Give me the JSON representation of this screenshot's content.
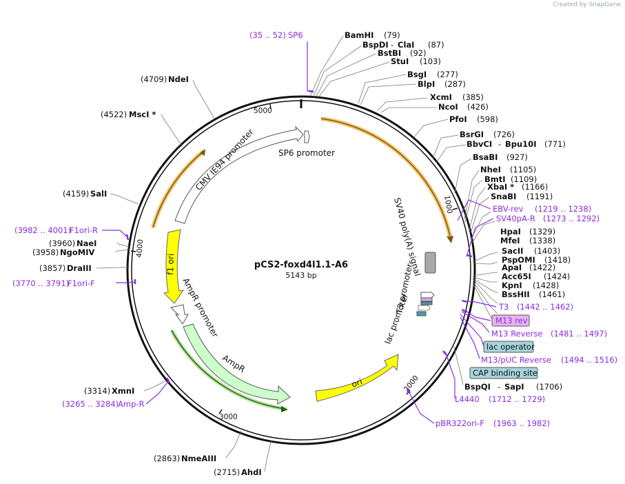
{
  "app": {
    "credit": "Created by SnapGene"
  },
  "plasmid": {
    "name": "pCS2-foxd4l1.1-A6",
    "length": "5143 bp"
  },
  "ticks": [
    "1000",
    "2000",
    "3000",
    "4000",
    "5000"
  ],
  "features": [
    {
      "id": "sp6-promoter",
      "label": "SP6 promoter"
    },
    {
      "id": "cmv-promoter",
      "label": "CMV IE94 promoter"
    },
    {
      "id": "sv40-polya",
      "label": "SV40 poly(A) signal"
    },
    {
      "id": "f1-ori",
      "label": "f1 ori"
    },
    {
      "id": "ampr-promoter",
      "label": "AmpR promoter"
    },
    {
      "id": "ampr",
      "label": "AmpR"
    },
    {
      "id": "ori",
      "label": "ori"
    },
    {
      "id": "t3-promoter",
      "label": "T3 promoter"
    },
    {
      "id": "lac-promoter",
      "label": "lac promoter"
    }
  ],
  "sites_right": [
    {
      "name": "BamHI",
      "pos": "(79)"
    },
    {
      "name": "BspDI",
      "name2": "ClaI",
      "pos": "(87)"
    },
    {
      "name": "BstBI",
      "pos": "(92)"
    },
    {
      "name": "StuI",
      "pos": "(103)"
    },
    {
      "name": "BsgI",
      "pos": "(277)"
    },
    {
      "name": "BlpI",
      "pos": "(287)"
    },
    {
      "name": "XcmI",
      "pos": "(385)"
    },
    {
      "name": "NcoI",
      "pos": "(426)"
    },
    {
      "name": "PfoI",
      "pos": "(598)"
    },
    {
      "name": "BsrGI",
      "pos": "(726)"
    },
    {
      "name": "BbvCI",
      "name2": "Bpu10I",
      "pos": "(771)"
    },
    {
      "name": "BsaBI",
      "pos": "(927)"
    },
    {
      "name": "NheI",
      "pos": "(1105)"
    },
    {
      "name": "BmtI",
      "pos": "(1109)"
    },
    {
      "name": "XbaI *",
      "pos": "(1166)"
    },
    {
      "name": "SnaBI",
      "pos": "(1191)"
    },
    {
      "name": "HpaI",
      "pos": "(1329)"
    },
    {
      "name": "MfeI",
      "pos": "(1338)"
    },
    {
      "name": "SacII",
      "pos": "(1403)"
    },
    {
      "name": "PspOMI",
      "pos": "(1418)"
    },
    {
      "name": "ApaI",
      "pos": "(1422)"
    },
    {
      "name": "Acc65I",
      "pos": "(1424)"
    },
    {
      "name": "KpnI",
      "pos": "(1428)"
    },
    {
      "name": "BssHII",
      "pos": "(1461)"
    },
    {
      "name": "BspQI",
      "name2": "SapI",
      "pos": "(1706)"
    }
  ],
  "sites_left": [
    {
      "name": "NdeI",
      "pos": "(4709)"
    },
    {
      "name": "MscI *",
      "pos": "(4522)"
    },
    {
      "name": "SalI",
      "pos": "(4159)"
    },
    {
      "name": "NaeI",
      "pos": "(3960)"
    },
    {
      "name": "NgoMIV",
      "pos": "(3958)"
    },
    {
      "name": "DraIII",
      "pos": "(3857)"
    },
    {
      "name": "XmnI",
      "pos": "(3314)"
    },
    {
      "name": "NmeAIII",
      "pos": "(2863)"
    },
    {
      "name": "AhdI",
      "pos": "(2715)"
    }
  ],
  "primers": [
    {
      "name": "SP6",
      "range": "(35 .. 52)"
    },
    {
      "name": "EBV-rev",
      "range": "(1219 .. 1238)"
    },
    {
      "name": "SV40pA-R",
      "range": "(1273 .. 1292)"
    },
    {
      "name": "T3",
      "range": "(1442 .. 1462)"
    },
    {
      "name": "M13 rev",
      "range": ""
    },
    {
      "name": "M13 Reverse",
      "range": "(1481 .. 1497)"
    },
    {
      "name": "lac operator",
      "range": ""
    },
    {
      "name": "M13/pUC Reverse",
      "range": "(1494 .. 1516)"
    },
    {
      "name": "CAP binding site",
      "range": ""
    },
    {
      "name": "L4440",
      "range": "(1712 .. 1729)"
    },
    {
      "name": "pBR322ori-F",
      "range": "(1963 .. 1982)"
    },
    {
      "name": "F1ori-R",
      "range": "(3982 .. 4001)"
    },
    {
      "name": "F1ori-F",
      "range": "(3770 .. 3791)"
    },
    {
      "name": "Amp-R",
      "range": "(3265 .. 3284)"
    }
  ],
  "colors": {
    "primer": "#8a2be2",
    "f1_ori": "#ffff00",
    "ori": "#ffff00",
    "ampr": "#ccffcc",
    "promoter": "#ffffff",
    "highlight": "#f5c26b",
    "polya": "#a9a9a9",
    "m13_box": "#e6b3f0",
    "lac_box": "#a7d4dc",
    "cap_box": "#a7d4dc"
  }
}
